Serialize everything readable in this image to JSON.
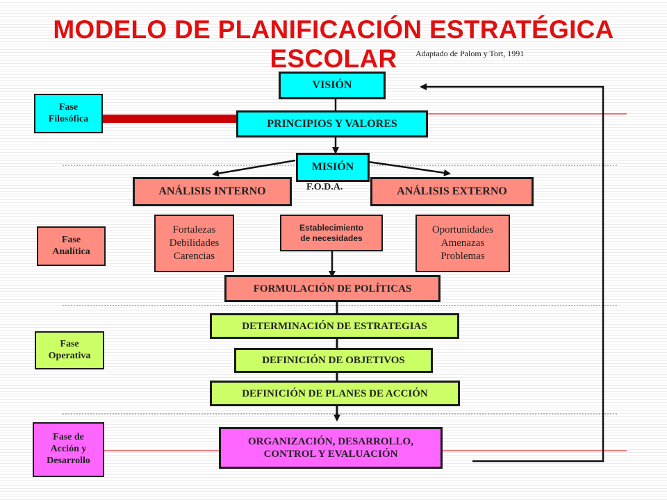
{
  "title": "MODELO DE PLANIFICACIÓN ESTRATÉGICA ESCOLAR",
  "subtitle": "Adaptado de Palom y Tort, 1991",
  "phases": {
    "filosofica": [
      "Fase",
      "Filosófica"
    ],
    "analitica": [
      "Fase",
      "Analítica"
    ],
    "operativa": [
      "Fase",
      "Operativa"
    ],
    "accion": [
      "Fase de",
      "Acción y",
      "Desarrollo"
    ]
  },
  "nodes": {
    "vision": "VISIÓN",
    "principios": "PRINCIPIOS Y VALORES",
    "mision": "MISIÓN",
    "analisis_interno": "ANÁLISIS INTERNO",
    "analisis_externo": "ANÁLISIS EXTERNO",
    "foda": "F.O.D.A.",
    "internal_items": [
      "Fortalezas",
      "Debilidades",
      "Carencias"
    ],
    "necesidades": [
      "Establecimiento",
      "de necesidades"
    ],
    "external_items": [
      "Oportunidades",
      "Amenazas",
      "Problemas"
    ],
    "politicas": "FORMULACIÓN DE POLÍTICAS",
    "estrategias": "DETERMINACIÓN DE ESTRATEGIAS",
    "objetivos": "DEFINICIÓN DE OBJETIVOS",
    "planes": "DEFINICIÓN DE PLANES DE ACCIÓN",
    "organizacion": [
      "ORGANIZACIÓN, DESARROLLO,",
      "CONTROL Y EVALUACIÓN"
    ]
  },
  "colors": {
    "title": "#e01010",
    "filosofica": "#00ffff",
    "analitica": "#ff8c80",
    "operativa": "#ccff66",
    "accion": "#ff66ff",
    "connector_bar": "#cc0000"
  }
}
